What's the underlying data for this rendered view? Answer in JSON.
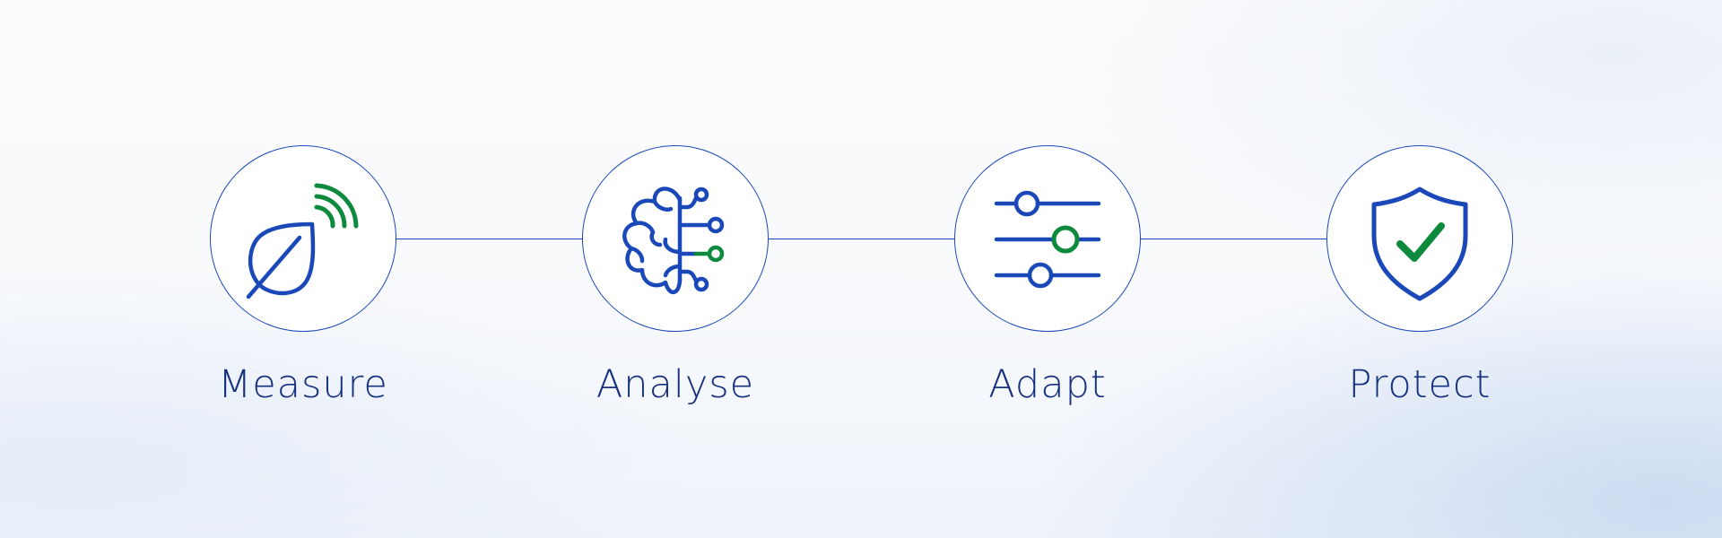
{
  "colors": {
    "primary_blue": "#1a48b8",
    "accent_green": "#0e8a3e",
    "label_navy": "#15307e"
  },
  "steps": [
    {
      "label": "Measure",
      "icon": "leaf-signal-icon"
    },
    {
      "label": "Analyse",
      "icon": "brain-circuit-icon"
    },
    {
      "label": "Adapt",
      "icon": "sliders-icon"
    },
    {
      "label": "Protect",
      "icon": "shield-check-icon"
    }
  ]
}
